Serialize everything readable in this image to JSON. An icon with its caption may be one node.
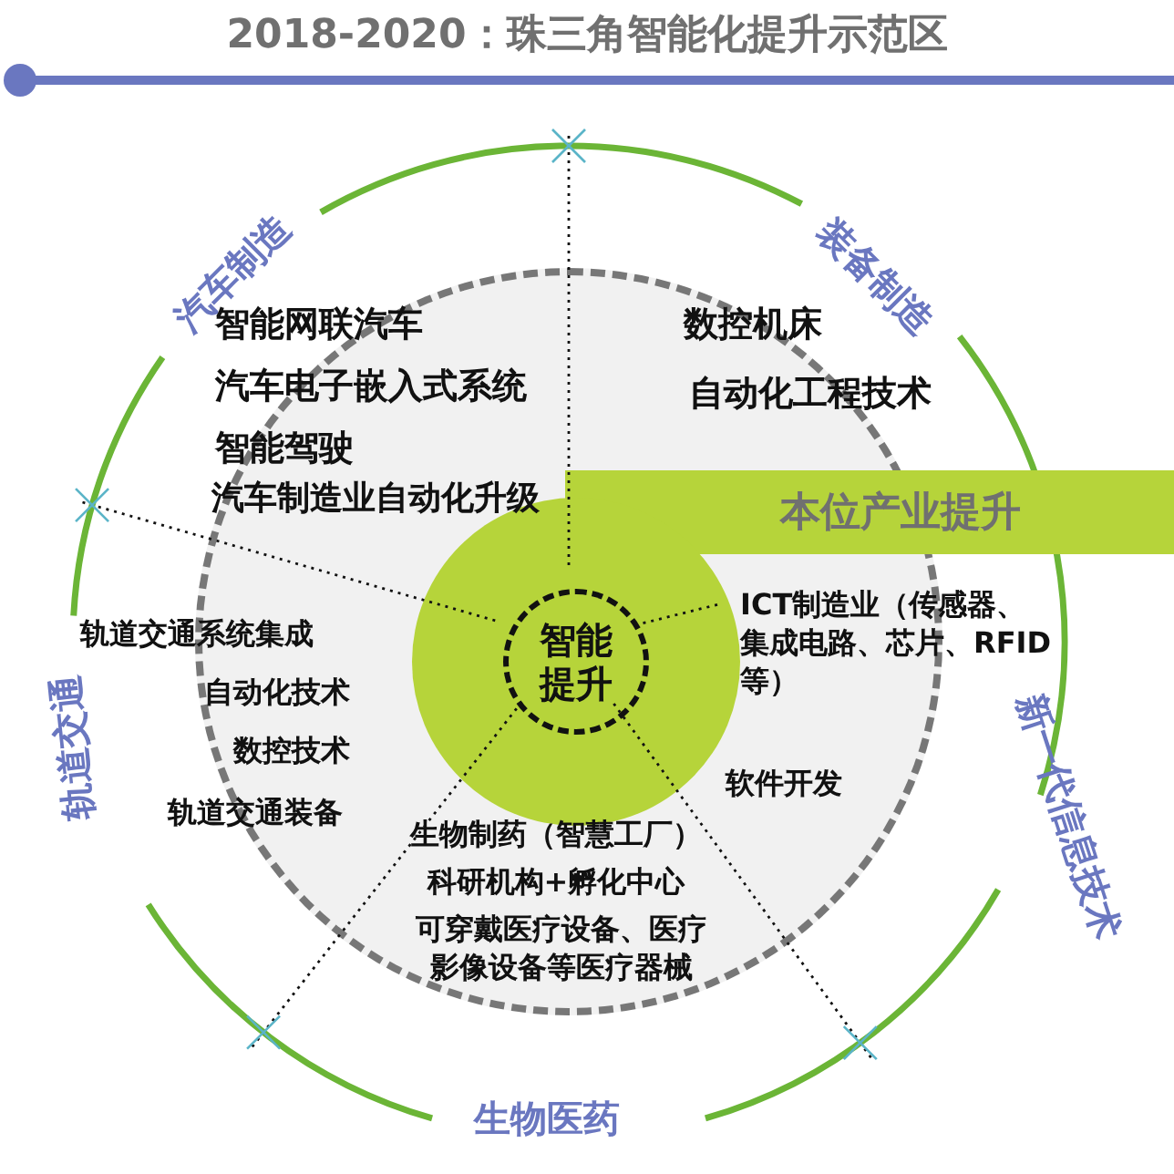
{
  "diagram": {
    "title": "2018-2020：珠三角智能化提升示范区",
    "nodes": [
      {
        "text": [],
        "shape": "circle"
      },
      {
        "text": [],
        "shape": "circle",
        "in": 0
      },
      {
        "text": [
          "智能提升"
        ],
        "in": 1
      },
      {
        "text": [
          "本位产业提升"
        ]
      }
    ],
    "labels": [
      "汽车制造",
      "装备制造",
      "智能网联汽车",
      "数控机床",
      "汽车电子嵌入式系统",
      "自动化工程技术",
      "智能驾驶",
      "汽车制造业自动化升级",
      "轨道交通系统集成",
      "ICT制造业（传感器、集成电路、芯片、RFID等）",
      "新一代信息技术",
      "自动化技术",
      "数控技术",
      "轨道交通",
      "软件开发",
      "轨道交通装备",
      "生物制药（智慧工厂）",
      "科研机构+孵化中心",
      "可穿戴医疗设备、医疗影像设备等医疗器械",
      "生物医药"
    ]
  }
}
